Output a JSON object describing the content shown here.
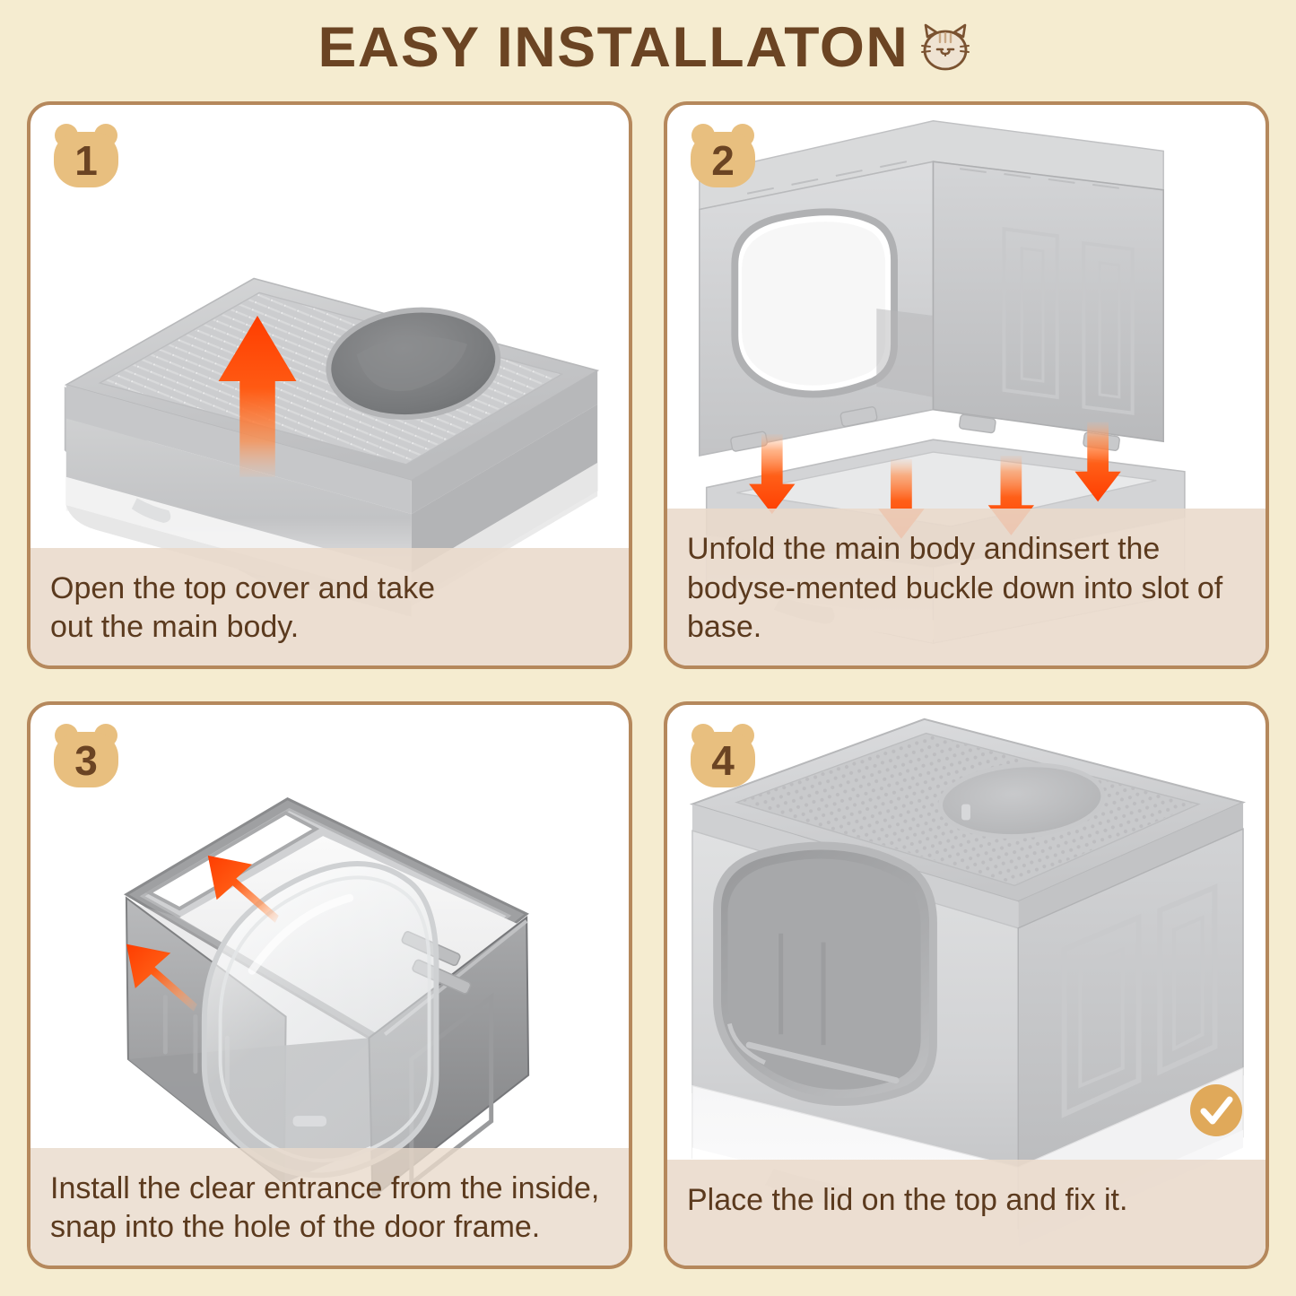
{
  "header": {
    "title": "EASY INSTALLATON",
    "icon": "cat-head-icon"
  },
  "colors": {
    "background": "#f5ecd0",
    "panel_border": "#b5885c",
    "panel_fill": "#ffffff",
    "title_text": "#6b4423",
    "caption_band": "#e9d9cb",
    "caption_text": "#5b3a1e",
    "badge_fill": "#e8bf7f",
    "badge_text": "#6b4423",
    "arrow": "#ff4a10",
    "check_circle": "#e0a95a",
    "product_grey": "#c9cacb",
    "product_white": "#f3f3f3"
  },
  "steps": [
    {
      "number": "1",
      "badge_icon": "bear-head-badge",
      "caption": "Open the top cover and take\nout the main body.",
      "illustration": "folded-litter-box-with-up-arrow",
      "arrows": [
        "up"
      ]
    },
    {
      "number": "2",
      "badge_icon": "bear-head-badge",
      "caption": "Unfold the main body andinsert the\nbodyse-mented buckle down into slot of base.",
      "illustration": "unfolded-body-above-base-tray",
      "arrows": [
        "down",
        "down",
        "down",
        "down"
      ]
    },
    {
      "number": "3",
      "badge_icon": "bear-head-badge",
      "caption": "Install the clear entrance from the inside,\nsnap into the hole of the door frame.",
      "illustration": "clear-entrance-door-insert",
      "arrows": [
        "up-left",
        "up-left"
      ]
    },
    {
      "number": "4",
      "badge_icon": "bear-head-badge",
      "caption": "Place the lid on the top and fix it.",
      "illustration": "assembled-litter-box",
      "arrows": [],
      "status_badge": "check-circle-icon"
    }
  ]
}
